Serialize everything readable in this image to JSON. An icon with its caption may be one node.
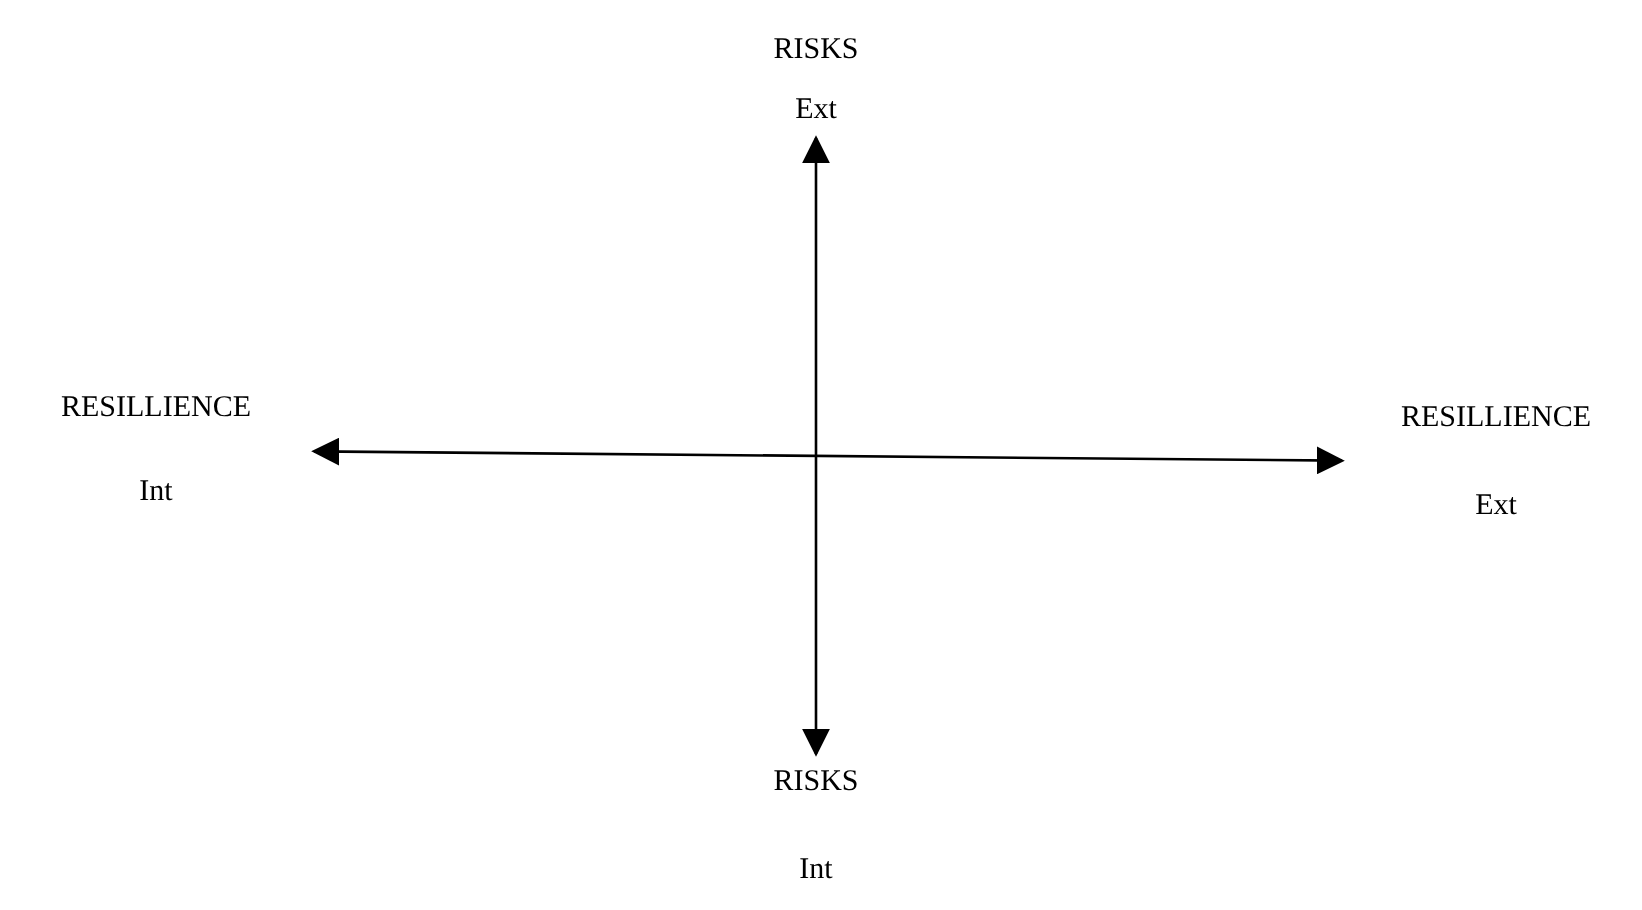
{
  "diagram": {
    "nodes": [
      {
        "text": [
          "RISKS",
          "Ext"
        ]
      },
      {
        "text": [
          "RESILLIENCE",
          "Int"
        ]
      },
      {
        "text": [
          "RESILLIENCE",
          "Ext"
        ]
      },
      {
        "text": [
          "RISKS",
          "Int"
        ]
      }
    ],
    "edges": [
      {
        "from": 0,
        "to": 3,
        "arrow": "both"
      },
      {
        "from": 1,
        "to": 2,
        "arrow": "both"
      }
    ]
  }
}
